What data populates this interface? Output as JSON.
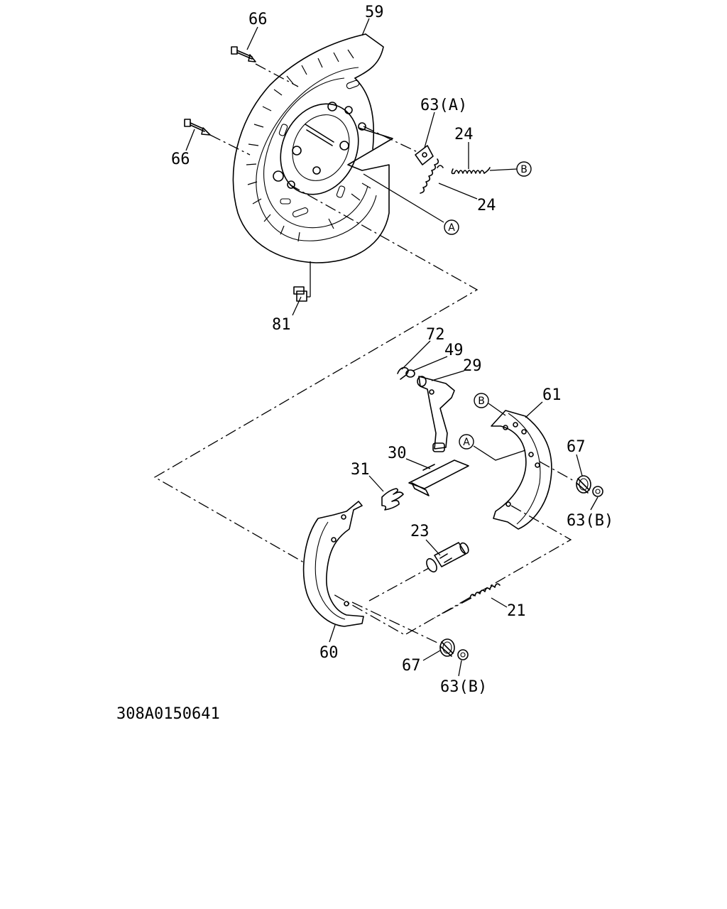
{
  "labels": {
    "p59": "59",
    "p66a": "66",
    "p66b": "66",
    "p63A": "63(A)",
    "p24a": "24",
    "p24b": "24",
    "p81": "81",
    "p72": "72",
    "p49": "49",
    "p29": "29",
    "p61": "61",
    "p30": "30",
    "p31": "31",
    "p67a": "67",
    "p63Ba": "63(B)",
    "p23": "23",
    "p21": "21",
    "p60": "60",
    "p67b": "67",
    "p63Bb": "63(B)"
  },
  "ref_tags": {
    "A": "A",
    "B": "B"
  },
  "drawing_code": "308A0150641"
}
